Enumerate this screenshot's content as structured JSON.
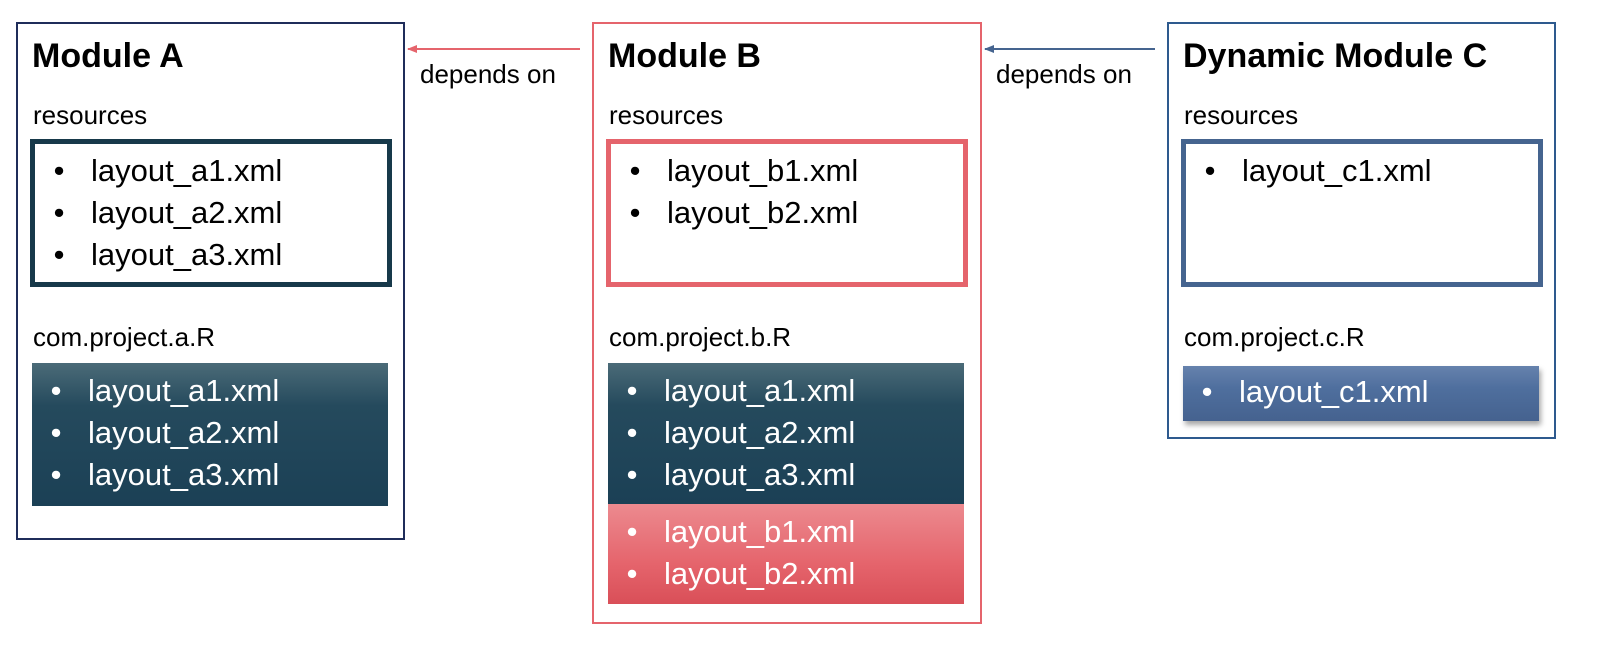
{
  "modules": {
    "a": {
      "title": "Module A",
      "resources_label": "resources",
      "resources": [
        "layout_a1.xml",
        "layout_a2.xml",
        "layout_a3.xml"
      ],
      "r_label": "com.project.a.R",
      "r_items_own": [
        "layout_a1.xml",
        "layout_a2.xml",
        "layout_a3.xml"
      ]
    },
    "b": {
      "title": "Module B",
      "resources_label": "resources",
      "resources": [
        "layout_b1.xml",
        "layout_b2.xml"
      ],
      "r_label": "com.project.b.R",
      "r_items_inherited": [
        "layout_a1.xml",
        "layout_a2.xml",
        "layout_a3.xml"
      ],
      "r_items_own": [
        "layout_b1.xml",
        "layout_b2.xml"
      ]
    },
    "c": {
      "title": "Dynamic Module C",
      "resources_label": "resources",
      "resources": [
        "layout_c1.xml"
      ],
      "r_label": "com.project.c.R",
      "r_items_own": [
        "layout_c1.xml"
      ]
    }
  },
  "arrows": {
    "b_to_a": {
      "label": "depends on",
      "color": "#e5646c"
    },
    "c_to_b": {
      "label": "depends on",
      "color": "#45648f"
    }
  },
  "bullet": "•",
  "colors": {
    "module_a_border": "#1f2d5a",
    "module_b_accent": "#e5646c",
    "module_c_accent": "#45648f",
    "dark_teal": "#1b4055"
  }
}
